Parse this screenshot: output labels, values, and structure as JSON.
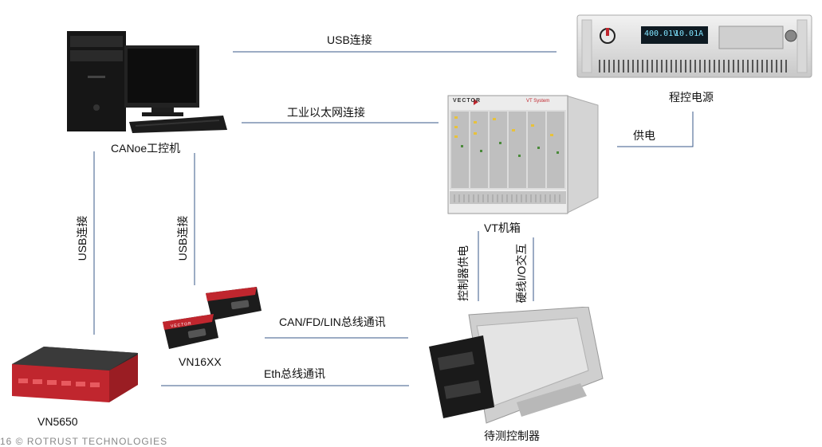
{
  "devices": {
    "pc": "CANoe工控机",
    "power": "程控电源",
    "vt": "VT机箱",
    "vn16": "VN16XX",
    "vn56": "VN5650",
    "ecu": "待测控制器"
  },
  "links": {
    "usb_top": "USB连接",
    "ethernet": "工业以太网连接",
    "supply": "供电",
    "usb_left": "USB连接",
    "usb_mid": "USB连接",
    "ctrl_power": "控制器供电",
    "hw_io": "硬线I/O交互",
    "can_bus": "CAN/FD/LIN总线通讯",
    "eth_bus": "Eth总线通讯"
  },
  "device_text": {
    "vt_brand": "VECTOR",
    "vt_system": "VT System",
    "power_v": "400.01V",
    "power_a": "10.01A",
    "vn_brand": "VECTOR"
  },
  "footer": "16 © ROTRUST TECHNOLOGIES",
  "colors": {
    "line": "#3a5a88",
    "accent": "#c0262e"
  }
}
